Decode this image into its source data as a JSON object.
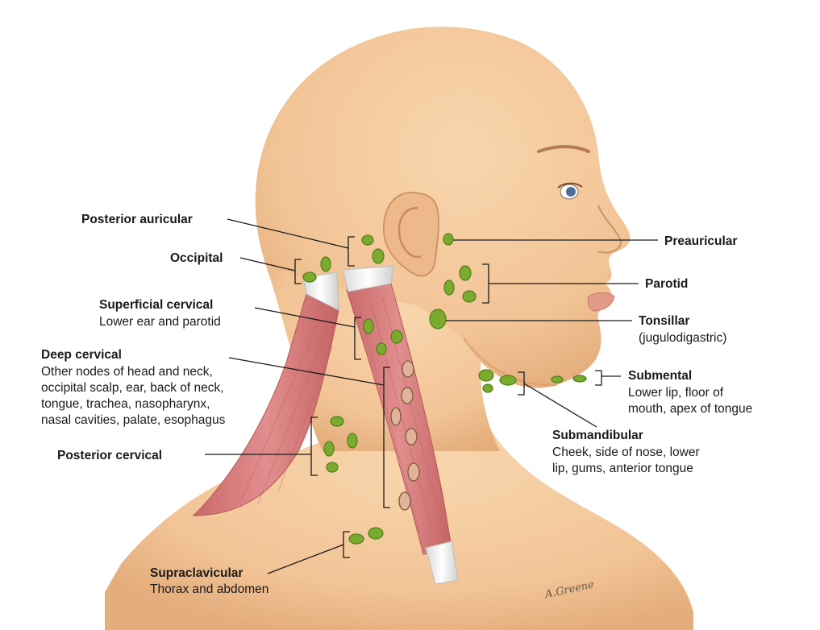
{
  "labels": {
    "posterior_auricular": "Posterior auricular",
    "occipital": "Occipital",
    "superficial_cervical": {
      "title": "Superficial cervical",
      "desc": "Lower ear and parotid"
    },
    "deep_cervical": {
      "title": "Deep cervical",
      "lines": [
        "Other nodes of head and neck,",
        "occipital scalp, ear, back of neck,",
        "tongue, trachea, nasopharynx,",
        "nasal cavities, palate, esophagus"
      ]
    },
    "posterior_cervical": "Posterior cervical",
    "supraclavicular": {
      "title": "Supraclavicular",
      "desc": "Thorax and abdomen"
    },
    "preauricular": "Preauricular",
    "parotid": "Parotid",
    "tonsillar": {
      "title": "Tonsillar",
      "desc": "(jugulodigastric)"
    },
    "submental": {
      "title": "Submental",
      "lines": [
        "Lower lip, floor of",
        "mouth, apex of tongue"
      ]
    },
    "submandibular": {
      "title": "Submandibular",
      "lines": [
        "Cheek, side of nose, lower",
        "lip, gums, anterior tongue"
      ]
    }
  },
  "signature": "A.Greene",
  "colors": {
    "skin": "#f3c99d",
    "skin_shadow": "#e6b27f",
    "muscle": "#d97f7f",
    "lymph_node": "#7aab2e",
    "deep_node": "#e3b29a"
  }
}
